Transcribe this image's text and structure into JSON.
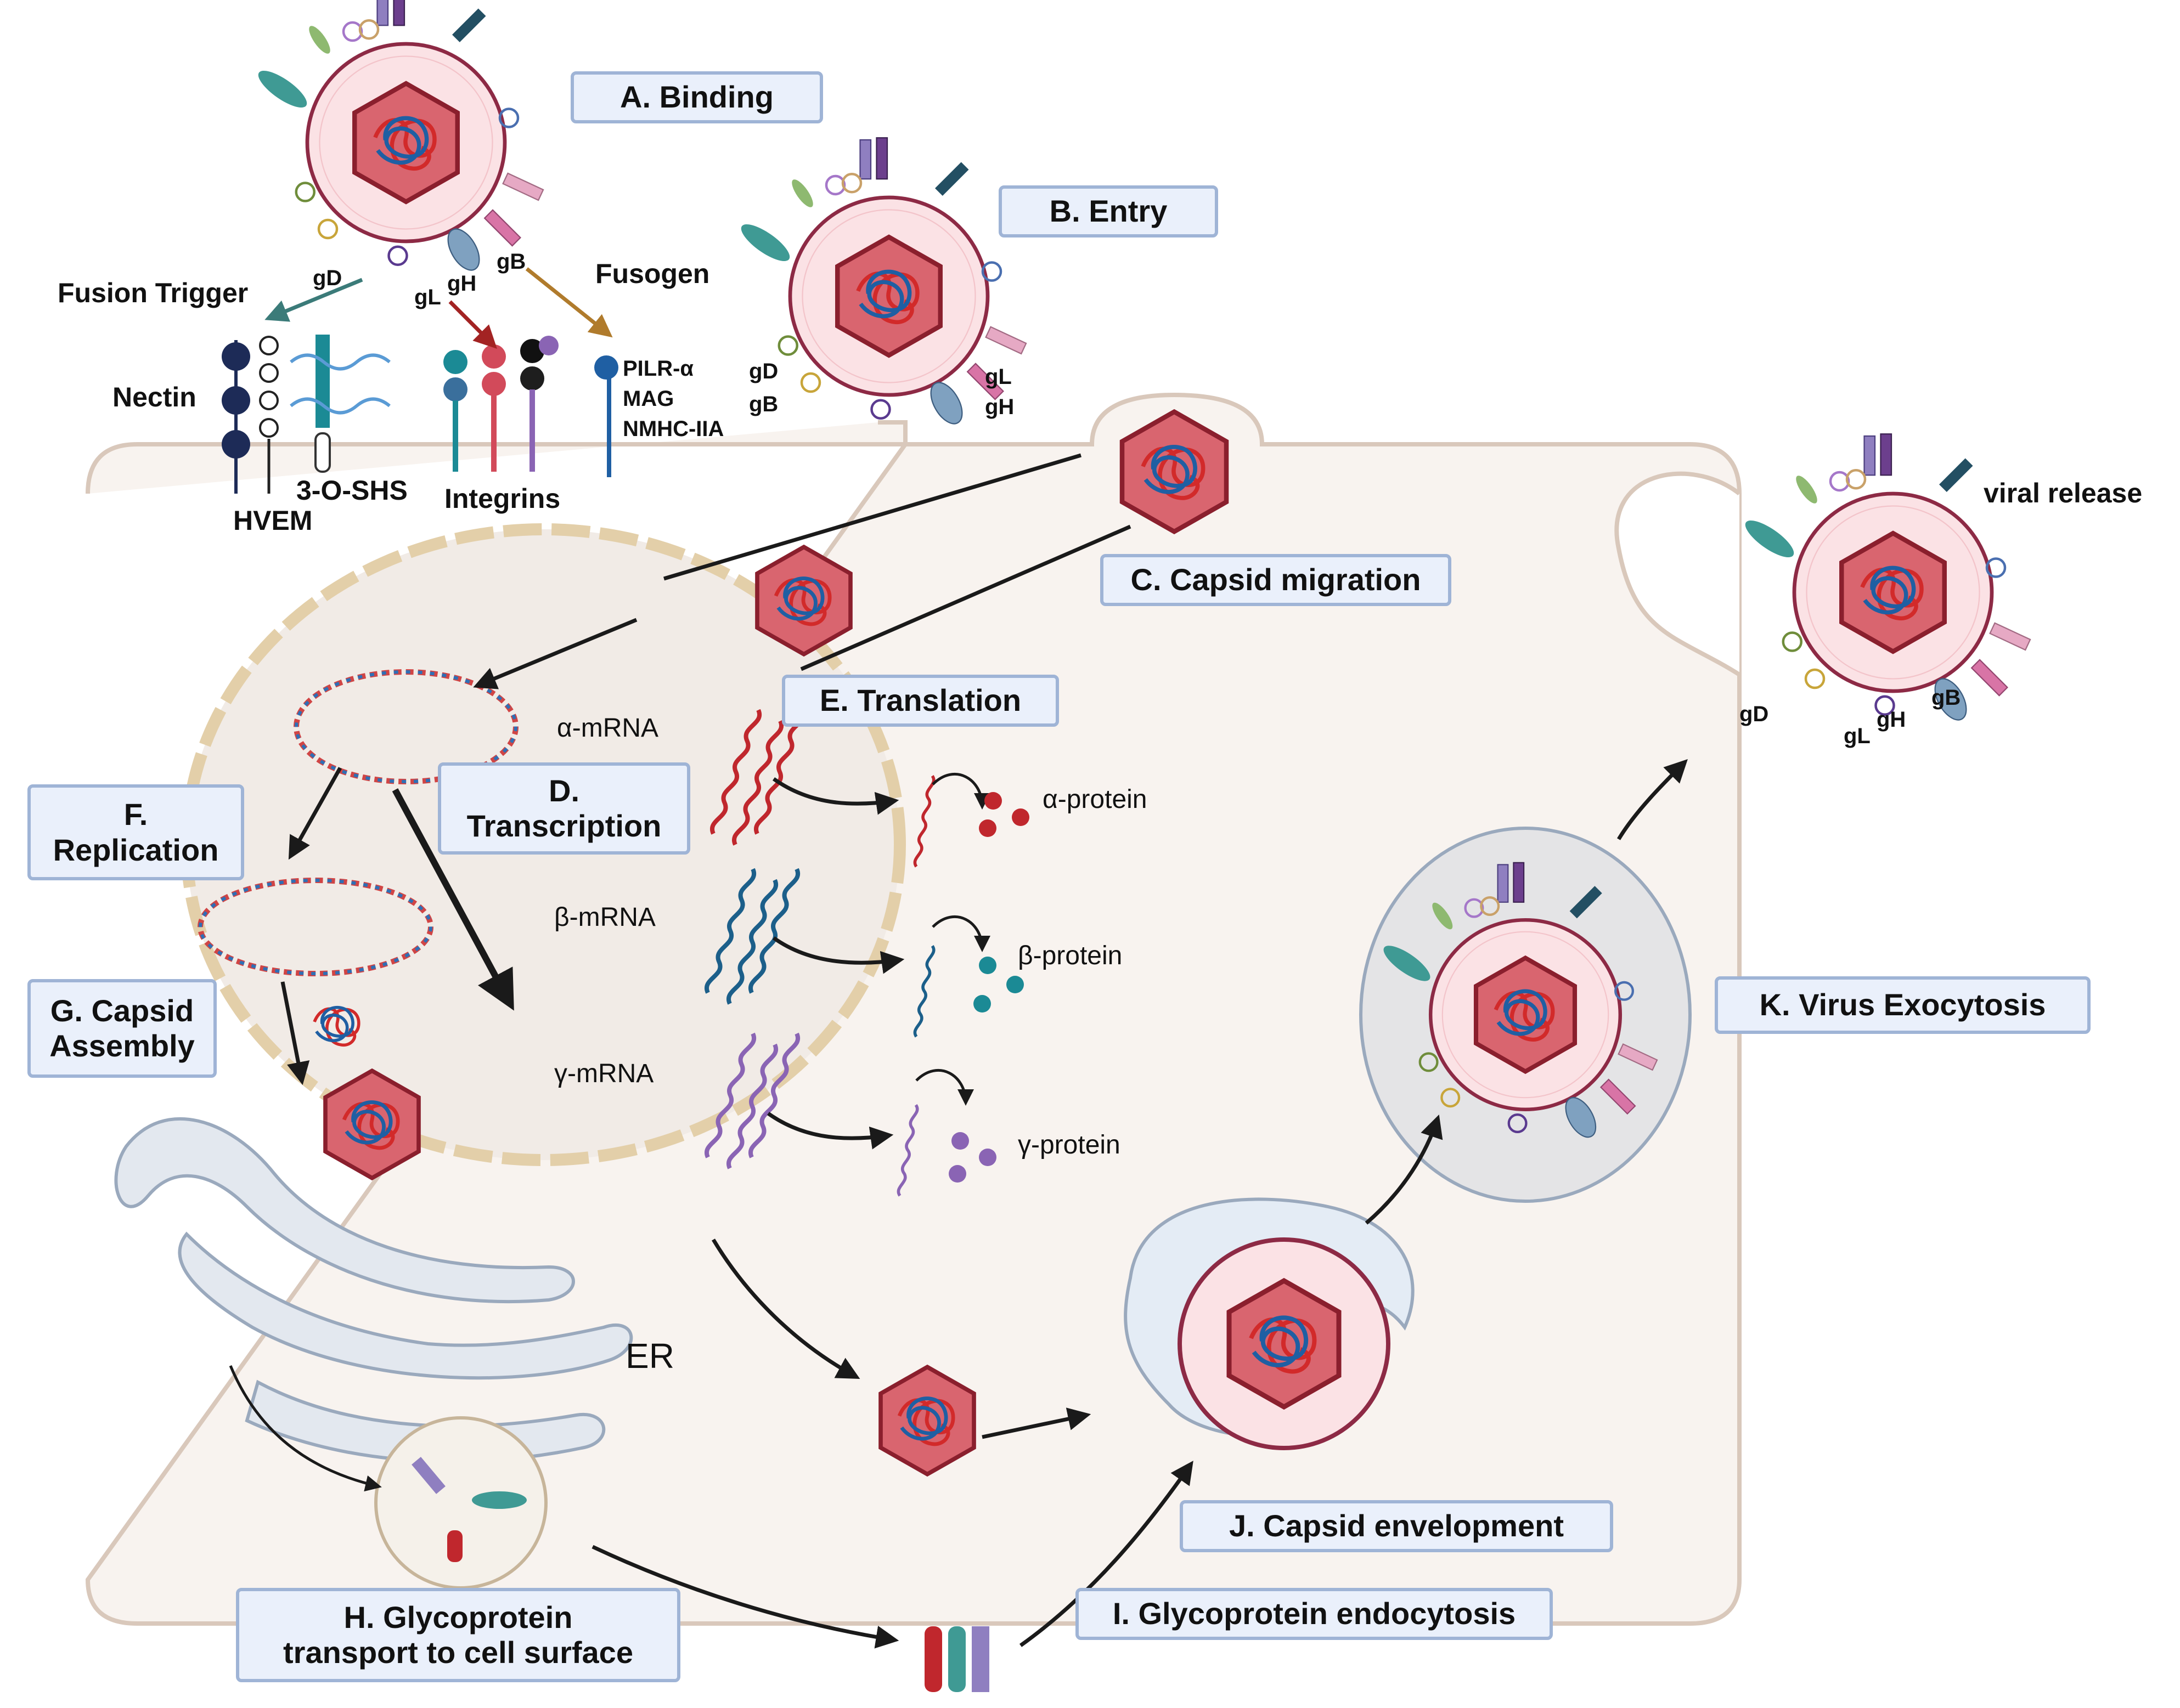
{
  "stages": {
    "binding": "A. Binding",
    "entry": "B. Entry",
    "capsid_migration": "C. Capsid migration",
    "transcription_1": "D.",
    "transcription_2": "Transcription",
    "translation": "E. Translation",
    "replication_1": "F.",
    "replication_2": "Replication",
    "capsid_assembly_1": "G. Capsid",
    "capsid_assembly_2": "Assembly",
    "glycoprotein_transport_1": "H. Glycoprotein",
    "glycoprotein_transport_2": "transport to cell surface",
    "glycoprotein_endocytosis": "I. Glycoprotein endocytosis",
    "capsid_envelopment": "J. Capsid envelopment",
    "virus_exocytosis": "K. Virus Exocytosis"
  },
  "receptors": {
    "fusion_trigger": "Fusion Trigger",
    "fusogen": "Fusogen",
    "nectin": "Nectin",
    "hvem": "HVEM",
    "hs": "3-O-SHS",
    "integrins": "Integrins",
    "pilr": "PILR-α",
    "mag": "MAG",
    "nmhc": "NMHC-IIA"
  },
  "glycoproteins": {
    "gd": "gD",
    "gb": "gB",
    "gl": "gL",
    "gh": "gH"
  },
  "mrna": {
    "alpha": "α-mRNA",
    "beta": "β-mRNA",
    "gamma": "γ-mRNA"
  },
  "proteins": {
    "alpha": "α-protein",
    "beta": "β-protein",
    "gamma": "γ-protein"
  },
  "organelles": {
    "er": "ER"
  },
  "release": {
    "viral_release": "viral release"
  },
  "colors": {
    "cell_fill": "#f8f3ef",
    "cell_stroke": "#d9c8bb",
    "nucleus_fill": "#f1ebe6",
    "nucleus_stroke": "#e3cfa9",
    "capsid_fill": "#d9656f",
    "capsid_stroke": "#8a1f2d",
    "envelope_fill": "#fbe2e5",
    "envelope_stroke": "#8d2a45",
    "alpha": "#c0272d",
    "beta": "#1c5f8a",
    "gamma": "#8a64b4",
    "er_fill": "#e3e8ef",
    "er_stroke": "#9aa9bd"
  }
}
